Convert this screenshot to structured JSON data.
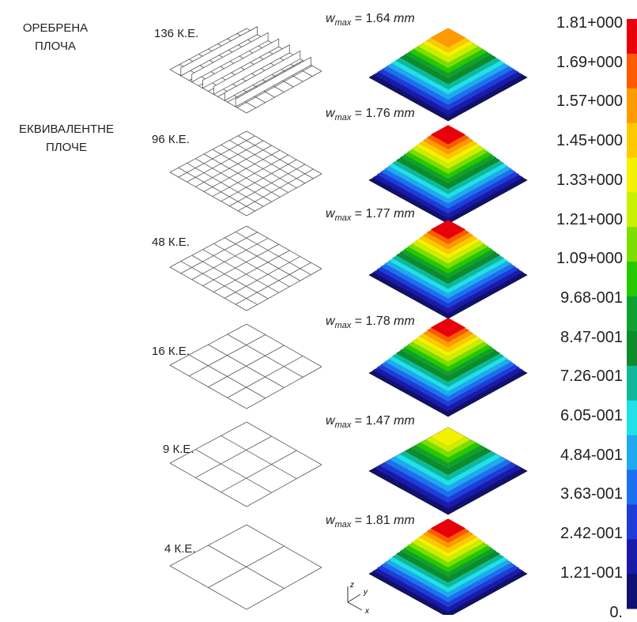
{
  "labels": {
    "ribbed": [
      "ОРЕБРЕНА",
      "ПЛОЧА"
    ],
    "equivalent": [
      "ЕКВИВАЛЕНТНЕ",
      "ПЛОЧЕ"
    ]
  },
  "models": [
    {
      "elements": "136 К.Е.",
      "wmax_value": "1.64",
      "divisions": 8,
      "ribbed": true,
      "peak_color": "#ff7a00"
    },
    {
      "elements": "96 К.Е.",
      "wmax_value": "1.76",
      "divisions": 9,
      "ribbed": false,
      "peak_color": "#e8100c"
    },
    {
      "elements": "48 К.Е.",
      "wmax_value": "1.77",
      "divisions": 7,
      "ribbed": false,
      "peak_color": "#e8100c"
    },
    {
      "elements": "16 К.Е.",
      "wmax_value": "1.78",
      "divisions": 4,
      "ribbed": false,
      "peak_color": "#e8100c"
    },
    {
      "elements": "9 К.Е.",
      "wmax_value": "1.47",
      "divisions": 3,
      "ribbed": false,
      "peak_color": "#f5b400"
    },
    {
      "elements": "4 К.Е.",
      "wmax_value": "1.81",
      "divisions": 2,
      "ribbed": false,
      "peak_color": "#e8100c"
    }
  ],
  "wmax_symbol": "w",
  "wmax_subscript": "max",
  "wmax_unit": "mm",
  "legend": {
    "values": [
      "1.81+000",
      "1.69+000",
      "1.57+000",
      "1.45+000",
      "1.33+000",
      "1.21+000",
      "1.09+000",
      "9.68-001",
      "8.47-001",
      "7.26-001",
      "6.05-001",
      "4.84-001",
      "3.63-001",
      "2.42-001",
      "1.21-001",
      "0."
    ],
    "colors": [
      "#e8000b",
      "#ff5a00",
      "#ff9a00",
      "#ffc800",
      "#f5f000",
      "#c8f000",
      "#7cde00",
      "#26c800",
      "#10a030",
      "#0c8c2a",
      "#10b89a",
      "#20e0e8",
      "#20a8f0",
      "#1c70f0",
      "#1e3cd8",
      "#1a1aa8",
      "#101070"
    ]
  },
  "axes": {
    "x": "x",
    "y": "y",
    "z": "z"
  }
}
